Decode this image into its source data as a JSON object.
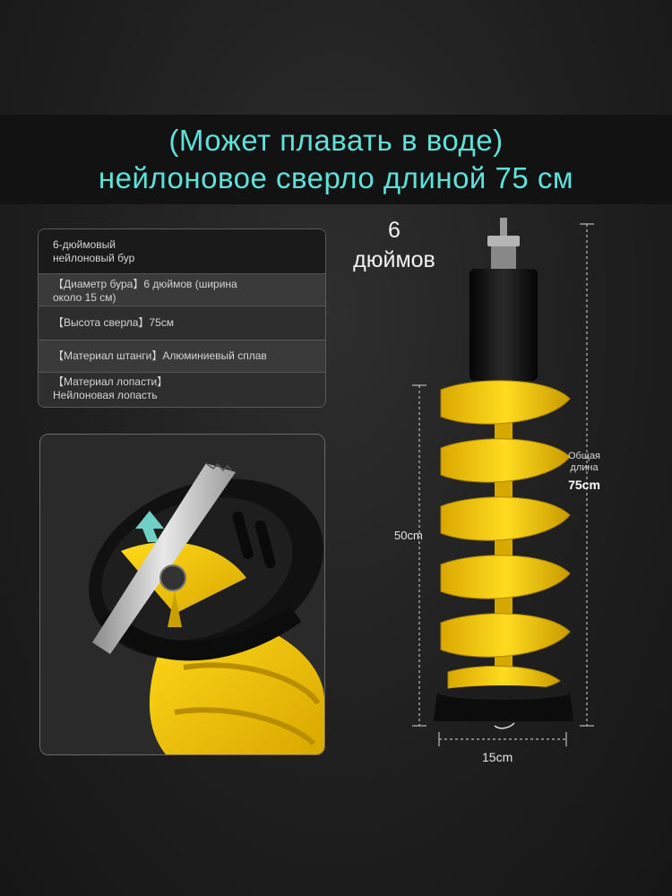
{
  "title": {
    "line1": "(Может плавать в воде)",
    "line2": "нейлоновое сверло длиной 75 см"
  },
  "specs": {
    "row1_line1": "6-дюймовый",
    "row1_line2": "нейлоновый бур",
    "row2_line1": "【Диаметр бура】6 дюймов (ширина",
    "row2_line2": "около 15 см)",
    "row3": "【Высота сверла】75см",
    "row4": "【Материал штанги】Алюминиевый сплав",
    "row5_line1": "【Материал лопасти】",
    "row5_line2": "Нейлоновая лопасть"
  },
  "product": {
    "size_line1": "6",
    "size_line2": "дюймов",
    "total_length_label_1": "Общая",
    "total_length_label_2": "длина",
    "total_length_value": "75cm",
    "auger_length": "50cm",
    "diameter": "15cm"
  },
  "colors": {
    "title": "#5fe0d8",
    "blade_yellow": "#f5c800",
    "background": "#1f1f1f"
  }
}
